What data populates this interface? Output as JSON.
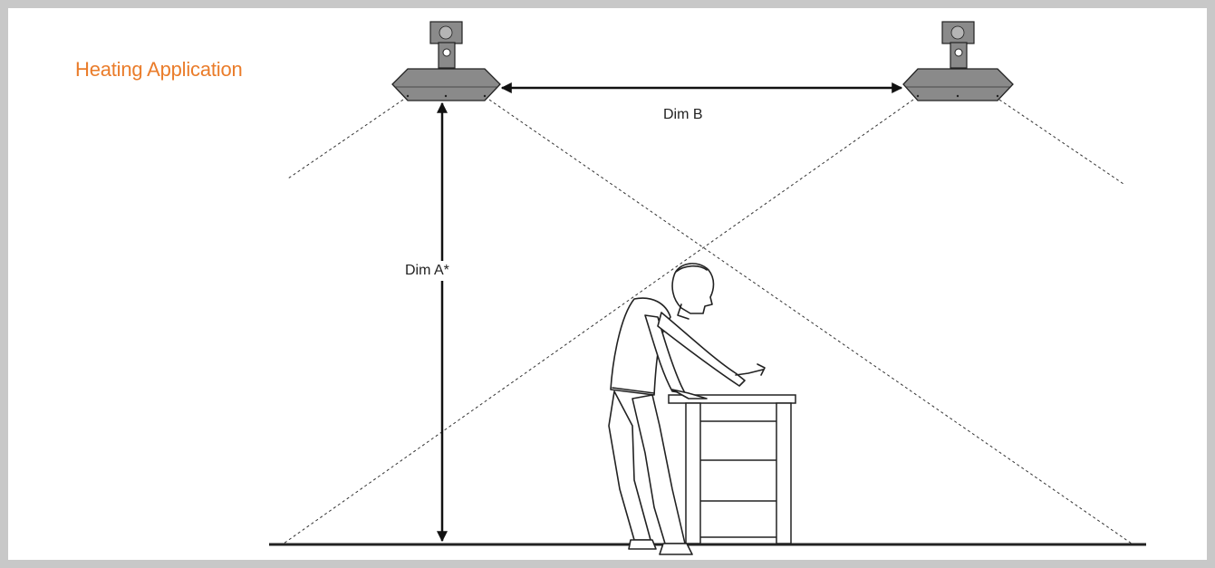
{
  "diagram": {
    "title": "Heating Application",
    "dim_a_label": "Dim A*",
    "dim_b_label": "Dim B"
  },
  "colors": {
    "title": "#ea7c2a",
    "frame": "#c8c8c8",
    "heater": "#8a8a8a",
    "line": "#222222"
  }
}
